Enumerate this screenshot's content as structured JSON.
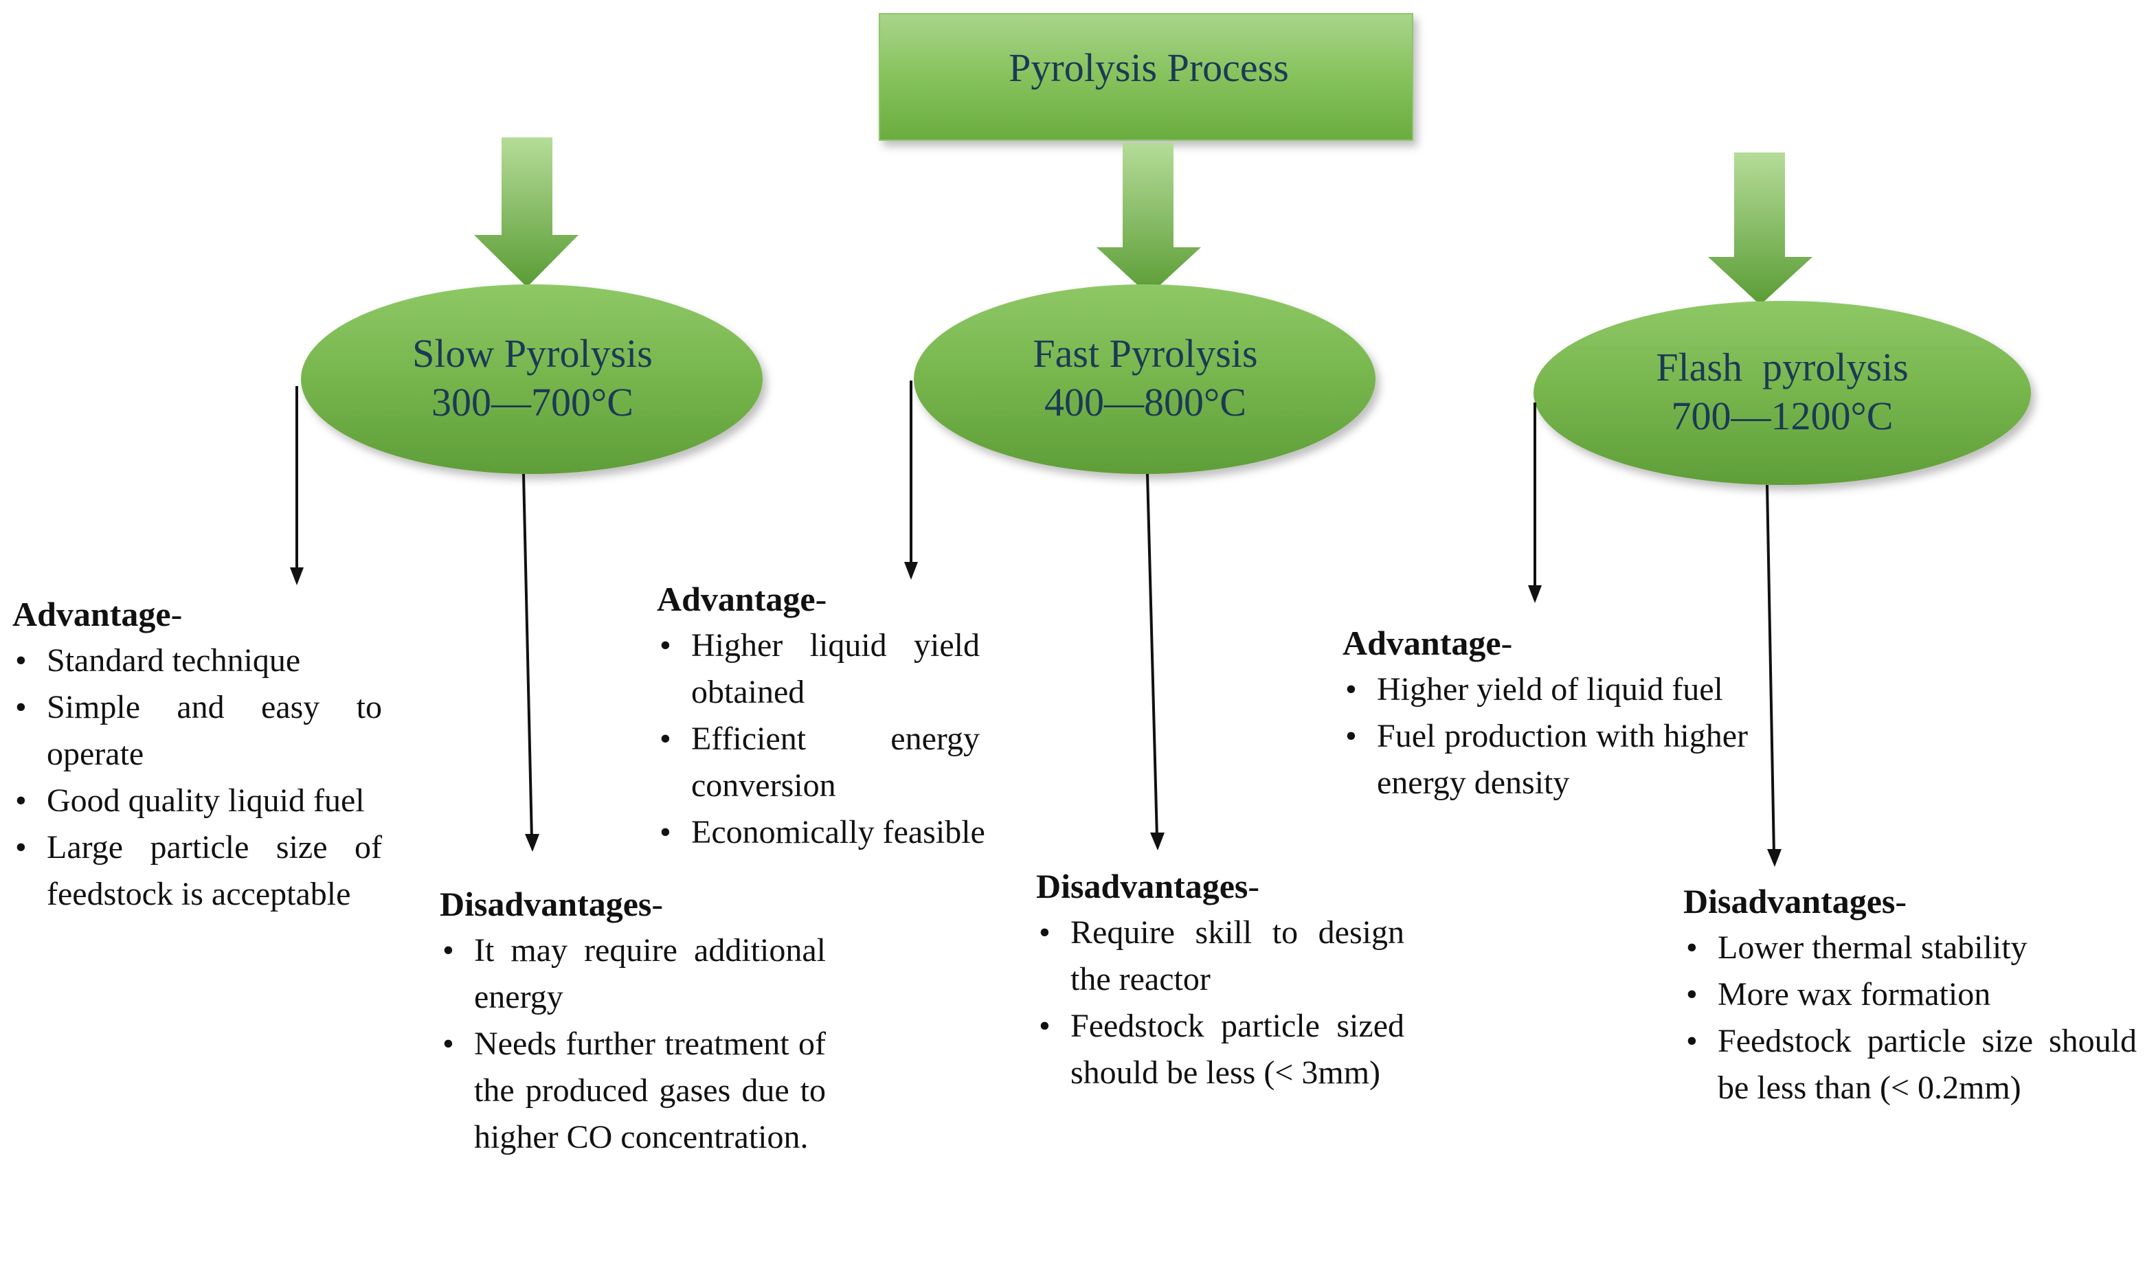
{
  "title": "Pyrolysis Process",
  "colors": {
    "box_fill": "#75b54a",
    "box_light": "#a9d58a",
    "label_text": "#1b3a55"
  },
  "processes": [
    {
      "name": "Slow Pyrolysis",
      "temperature": "300—700°C",
      "advantage_heading": "Advantage",
      "advantages": [
        "Standard technique",
        "Simple and easy to operate",
        "Good quality liquid fuel",
        "Large particle size of feedstock is acceptable"
      ],
      "disadvantage_heading": "Disadvantages",
      "disadvantages": [
        "It may require additional energy",
        "Needs further treatment of the produced gases due to higher CO concentration."
      ]
    },
    {
      "name": "Fast Pyrolysis",
      "temperature": "400—800°C",
      "advantage_heading": "Advantage",
      "advantages": [
        "Higher liquid yield obtained",
        "Efficient energy conversion",
        "Economically feasible"
      ],
      "disadvantage_heading": "Disadvantages",
      "disadvantages": [
        "Require skill to design the reactor",
        "Feedstock particle sized should be less (< 3mm)"
      ]
    },
    {
      "name": "Flash  pyrolysis",
      "temperature": "700—1200°C",
      "advantage_heading": "Advantage",
      "advantages": [
        "Higher yield of liquid fuel",
        "Fuel production with higher energy density"
      ],
      "disadvantage_heading": "Disadvantages",
      "disadvantages": [
        "Lower thermal stability",
        "More wax formation",
        "Feedstock particle size should be less than (< 0.2mm)"
      ]
    }
  ]
}
